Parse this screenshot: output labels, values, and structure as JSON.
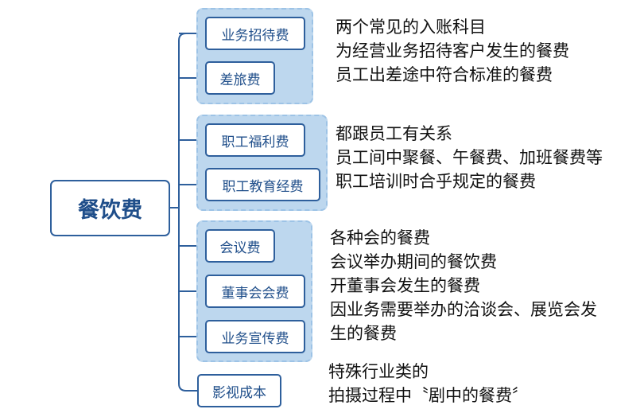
{
  "root": {
    "label": "餐饮费"
  },
  "groups": [
    {
      "items": [
        "业务招待费",
        "差旅费"
      ],
      "notes": [
        "两个常见的入账科目",
        "为经营业务招待客户发生的餐费",
        "员工出差途中符合标准的餐费"
      ]
    },
    {
      "items": [
        "职工福利费",
        "职工教育经费"
      ],
      "notes": [
        "都跟员工有关系",
        "员工间中聚餐、午餐费、加班餐费等",
        "职工培训时合乎规定的餐费"
      ]
    },
    {
      "items": [
        "会议费",
        "董事会会费",
        "业务宣传费"
      ],
      "notes": [
        "各种会的餐费",
        "会议举办期间的餐饮费",
        "开董事会发生的餐费",
        "因业务需要举办的洽谈会、展览会发",
        "生的餐费"
      ]
    },
    {
      "items": [
        "影视成本"
      ],
      "notes": [
        "特殊行业类的",
        "拍摄过程中〝剧中的餐费〞"
      ]
    }
  ],
  "colors": {
    "border": "#2e5f9c",
    "text": "#1f4e8a",
    "group_fill": "#bdd7ee",
    "group_dash": "#9dc3e6"
  }
}
